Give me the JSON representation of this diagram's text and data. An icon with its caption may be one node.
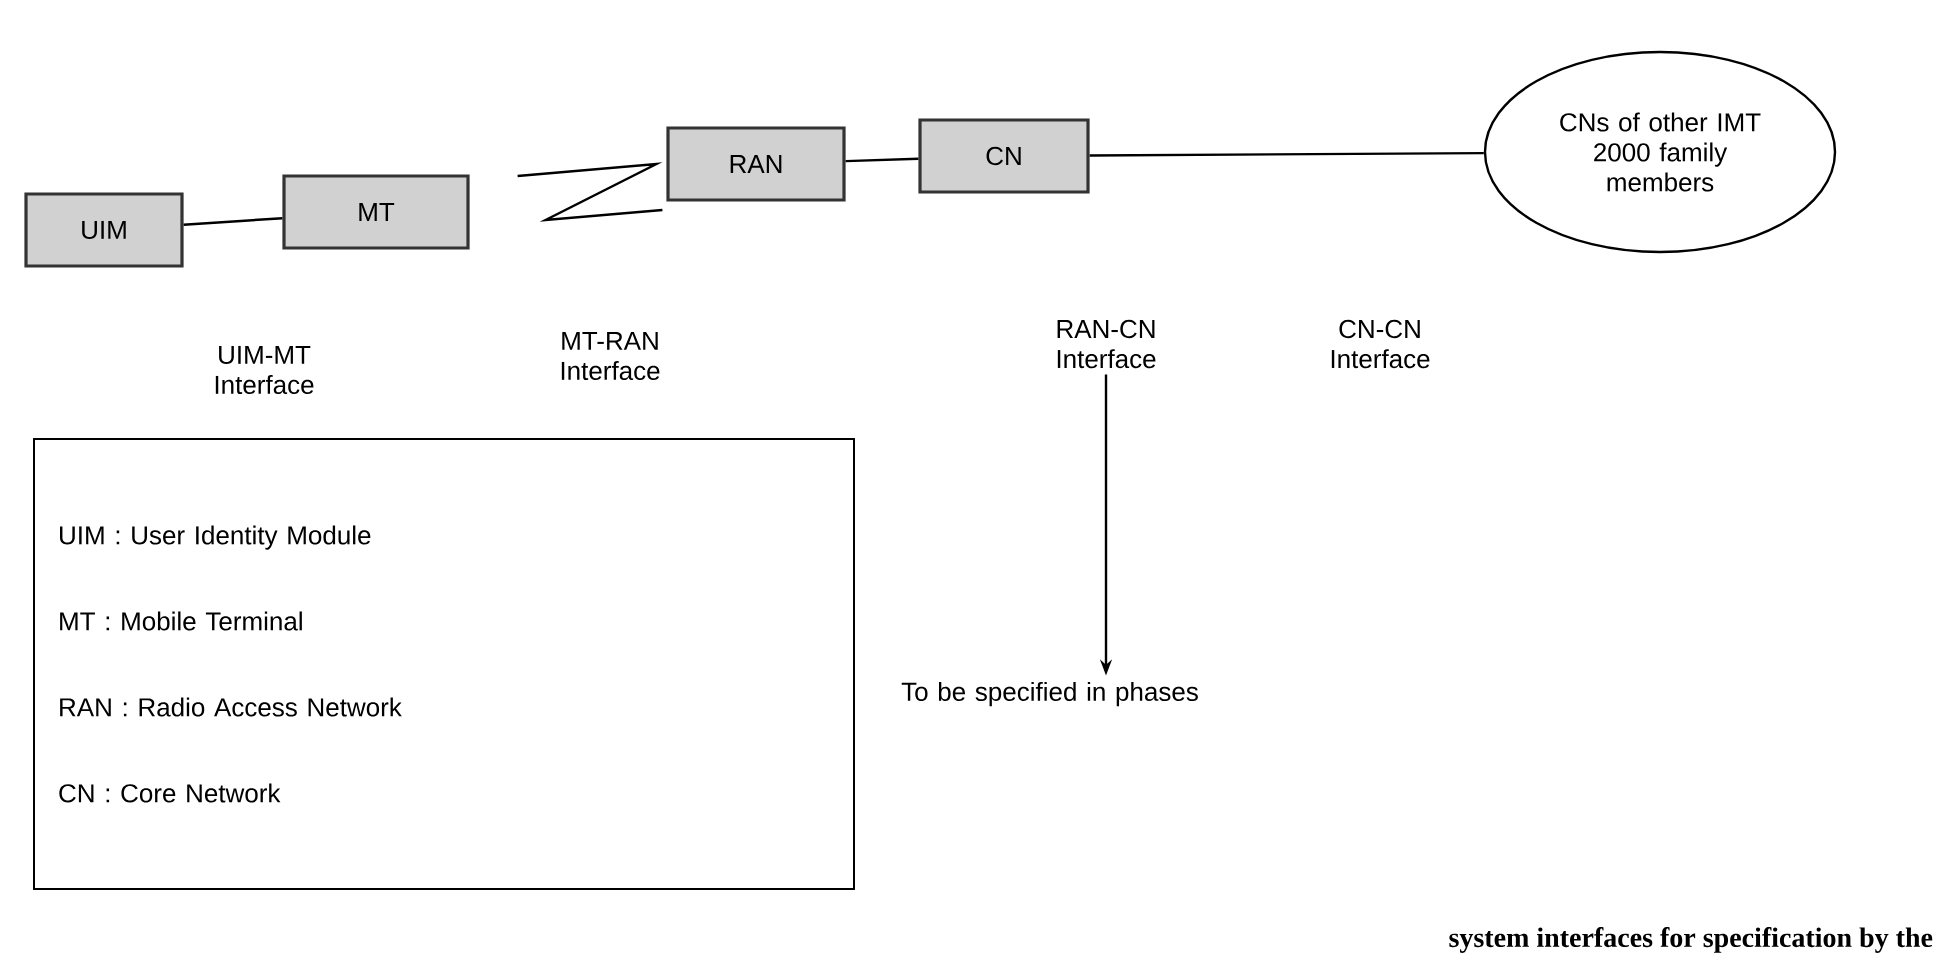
{
  "diagram": {
    "caption": "system interfaces for specification by the",
    "nodes": [
      {
        "text": [
          "UIM"
        ]
      },
      {
        "text": [
          "MT"
        ]
      },
      {
        "text": [
          "RAN"
        ]
      },
      {
        "text": [
          "CN"
        ]
      },
      {
        "text": [
          "CNs of other IMT 2000 family members"
        ]
      },
      {
        "text": [
          "RAN-CN Interface"
        ]
      },
      {
        "text": [
          "To be specified in phases"
        ]
      },
      {
        "text": [
          "UIM : User Identity Module",
          "MT : Mobile Terminal",
          "RAN : Radio Access Network",
          "CN : Core Network"
        ]
      }
    ],
    "edges": [
      {
        "from": 0,
        "to": 1,
        "arrow": "none"
      },
      {
        "from": 1,
        "to": 2,
        "arrow": "none"
      },
      {
        "from": 2,
        "to": 3,
        "arrow": "none"
      },
      {
        "from": 3,
        "to": 4,
        "arrow": "none"
      },
      {
        "from": 5,
        "to": 6,
        "arrow": "to"
      }
    ],
    "labels": [
      "UIM-MT Interface",
      "MT-RAN Interface",
      "CN-CN Interface"
    ]
  }
}
